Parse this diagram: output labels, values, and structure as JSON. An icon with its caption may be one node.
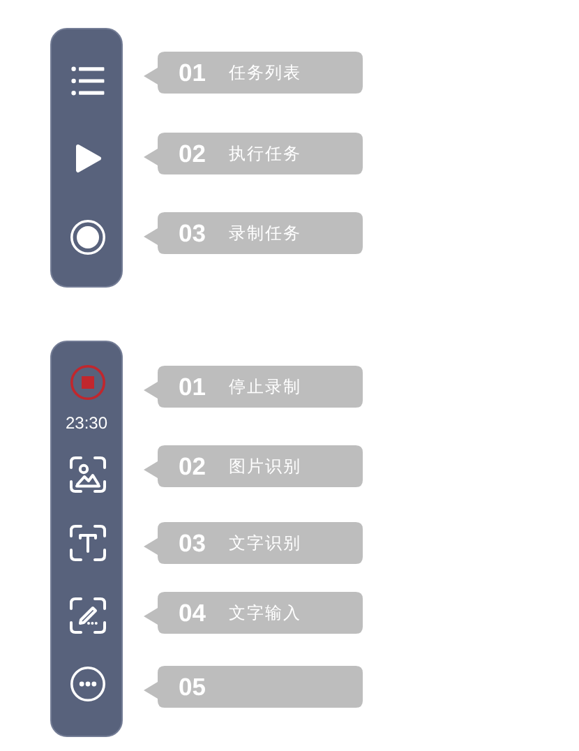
{
  "diagram": {
    "nodes": [
      {
        "text": [],
        "shape": "box"
      },
      {
        "text": [
          "01",
          "任务列表"
        ]
      },
      {
        "text": [
          "02",
          "执行任务"
        ]
      },
      {
        "text": [
          "03",
          "录制任务"
        ]
      },
      {
        "text": [
          "23:30"
        ]
      },
      {
        "text": [
          "01",
          "停止录制"
        ]
      },
      {
        "text": [
          "02",
          "图片识别"
        ]
      },
      {
        "text": [
          "03",
          "文字识别"
        ]
      },
      {
        "text": [
          "04",
          "文字输入"
        ]
      },
      {
        "text": [
          "05"
        ]
      }
    ]
  }
}
